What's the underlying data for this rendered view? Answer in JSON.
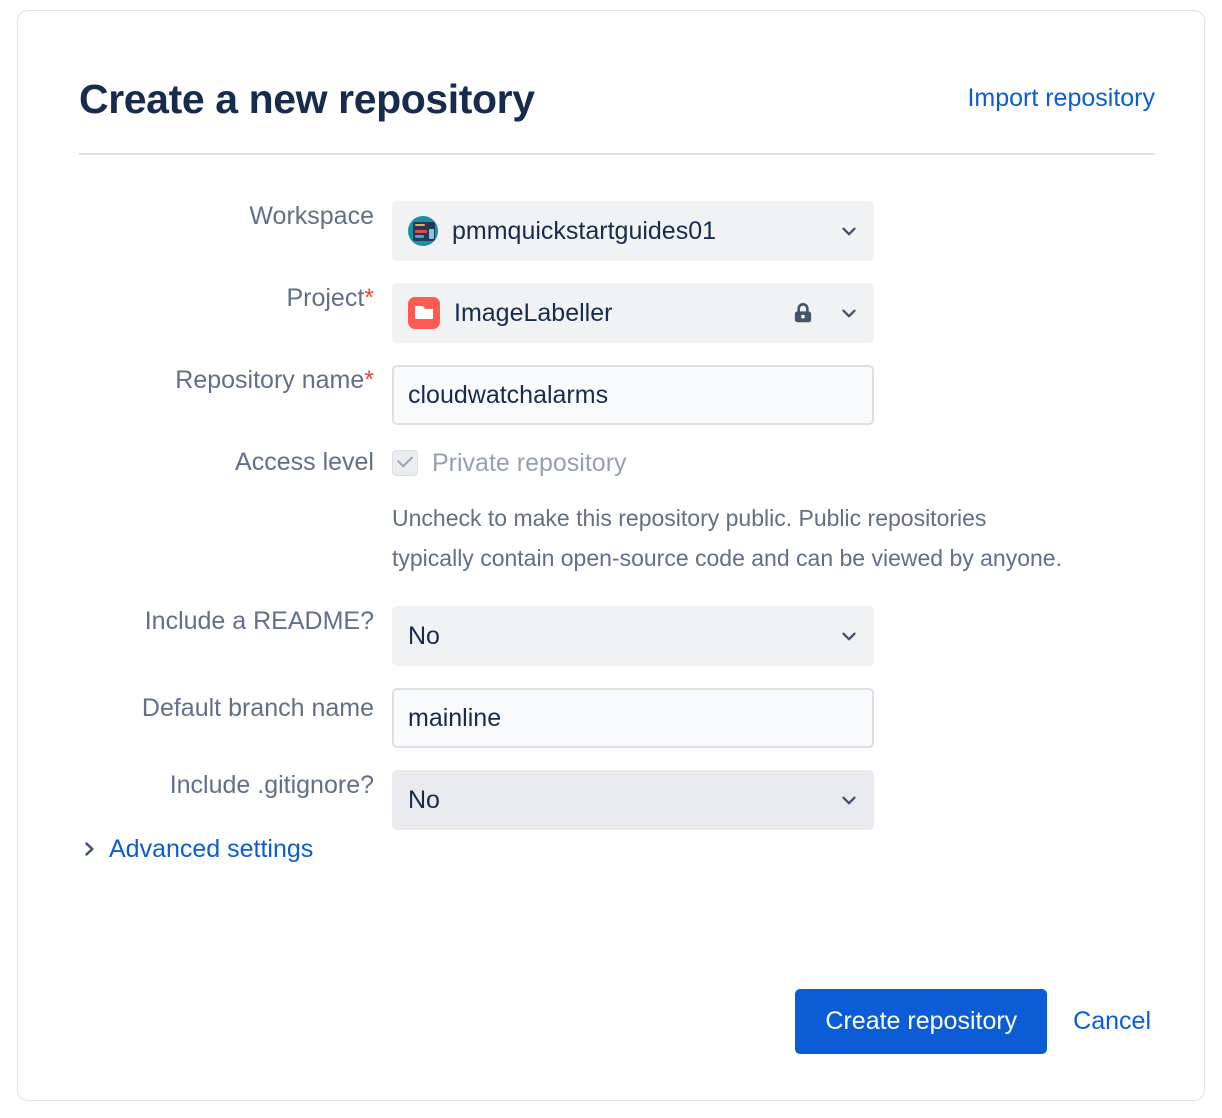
{
  "header": {
    "title": "Create a new repository",
    "import_link": "Import repository"
  },
  "form": {
    "workspace": {
      "label": "Workspace",
      "value": "pmmquickstartguides01",
      "avatar_icon": "workspace-avatar-icon",
      "chevron_icon": "chevron-down-icon"
    },
    "project": {
      "label": "Project",
      "required_marker": "*",
      "value": "ImageLabeller",
      "project_icon": "folder-icon",
      "lock_icon": "lock-icon",
      "chevron_icon": "chevron-down-icon"
    },
    "repository_name": {
      "label": "Repository name",
      "required_marker": "*",
      "value": "cloudwatchalarms",
      "placeholder": ""
    },
    "access_level": {
      "label": "Access level",
      "checkbox_label": "Private repository",
      "checked": true,
      "checkbox_icon": "check-icon",
      "help_text": "Uncheck to make this repository public. Public repositories typically contain open-source code and can be viewed by anyone."
    },
    "include_readme": {
      "label": "Include a README?",
      "value": "No",
      "chevron_icon": "chevron-down-icon"
    },
    "default_branch_name": {
      "label": "Default branch name",
      "value": "mainline",
      "placeholder": ""
    },
    "include_gitignore": {
      "label": "Include .gitignore?",
      "value": "No",
      "chevron_icon": "chevron-down-icon"
    },
    "advanced_settings": {
      "label": "Advanced settings",
      "chevron_icon": "chevron-right-icon"
    }
  },
  "footer": {
    "create_label": "Create repository",
    "cancel_label": "Cancel"
  },
  "colors": {
    "accent_blue": "#0B5CD5",
    "title_navy": "#172B4D",
    "label_gray": "#626F86",
    "required_red": "#E34935",
    "project_icon_red": "#FF5B52",
    "avatar_teal": "#1C8FA5",
    "field_bg": "#F1F2F4",
    "field_bg_hover": "#E9EAEE",
    "input_bg": "#F9FAFB",
    "border_gray": "#DFE1E6"
  }
}
